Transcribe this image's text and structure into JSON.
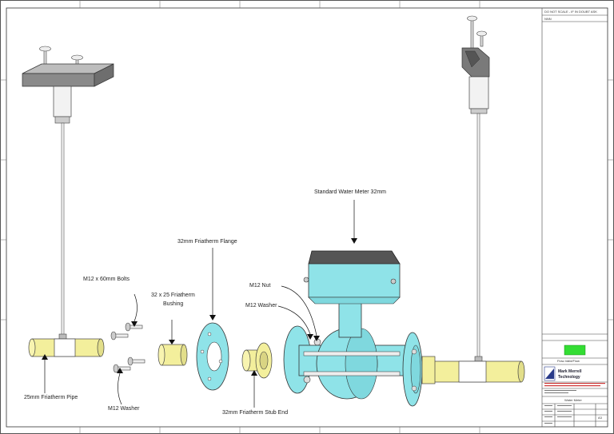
{
  "labels": {
    "meter": "Standard Water Meter 32mm",
    "flange": "32mm Friatherm Flange",
    "bolts": "M12 x 60mm Bolts",
    "bushing_line1": "32 x 25  Friatherm",
    "bushing_line2": "Bushing",
    "nut": "M12 Nut",
    "washer_top": "M12 Washer",
    "pipe": "25mm Friatherm Pipe",
    "washer_bottom": "M12 Washer",
    "stub": "32mm Friatherm Stub End"
  },
  "title_block": {
    "note": "DO NOT SCALE - IF IN DOUBT ASK",
    "ref": "NNN",
    "client": "Flow-Valid/Flow",
    "company_line1": "Mark Merrell",
    "company_line2": "Technology",
    "drawing_title": "Water Meter",
    "size": "A3"
  },
  "colors": {
    "cyan": "#8fe3e8",
    "pipe_yellow": "#f3ef9c",
    "steel_gray": "#9a9a9a",
    "green_box": "#33dd33",
    "logo_blue": "#2a3b8a"
  }
}
